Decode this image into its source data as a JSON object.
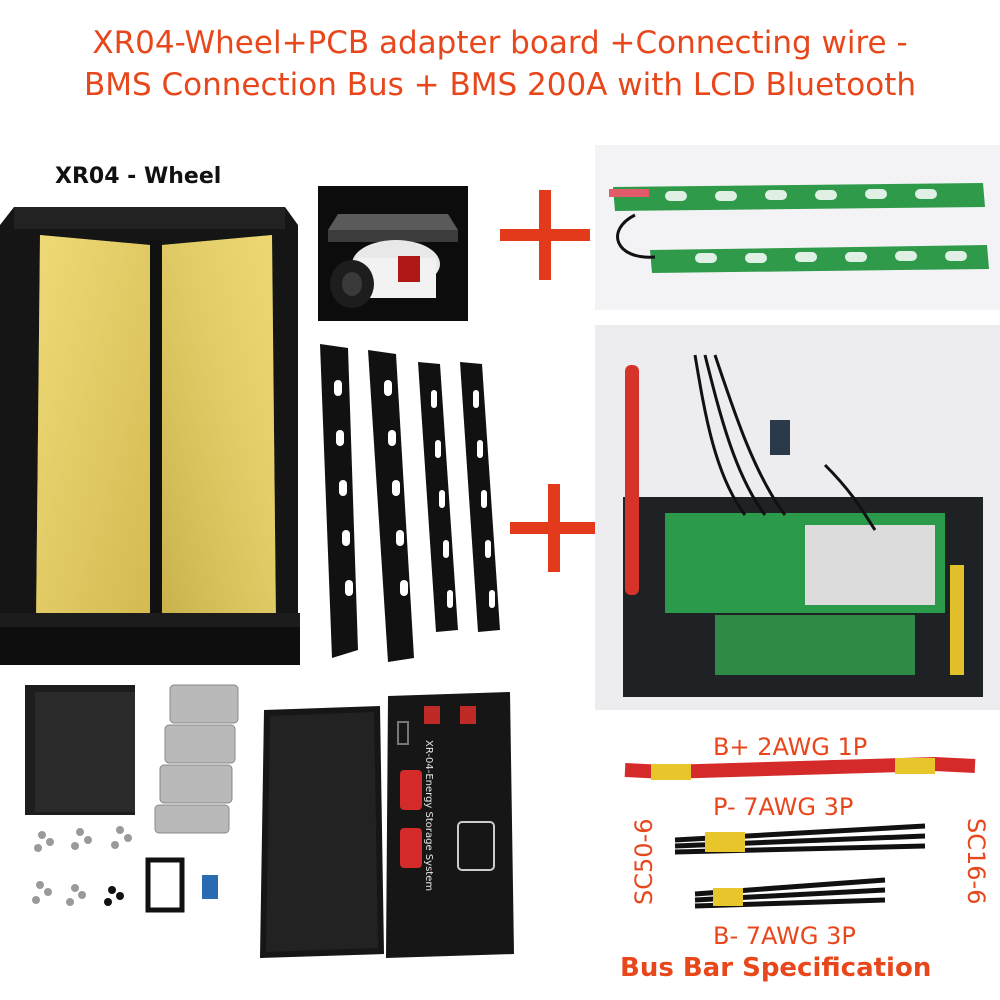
{
  "title": {
    "line1": "XR04-Wheel+PCB adapter board +Connecting wire -",
    "line2": "BMS Connection Bus + BMS 200A with LCD Bluetooth"
  },
  "labels": {
    "enclosure": "XR04 - Wheel",
    "b_plus": "B+ 2AWG  1P",
    "p_minus": "P- 7AWG  3P",
    "b_minus": "B- 7AWG  3P",
    "sc50": "SC50-6",
    "sc16": "SC16-6",
    "busbar": "Bus Bar  Specification"
  },
  "front_panel": {
    "text": "XR-04-Energy Storage System"
  },
  "colors": {
    "title": "#e8471c",
    "plus": "#e23a1a",
    "pcb": "#2f9a4a",
    "film": "#e9d36a"
  }
}
